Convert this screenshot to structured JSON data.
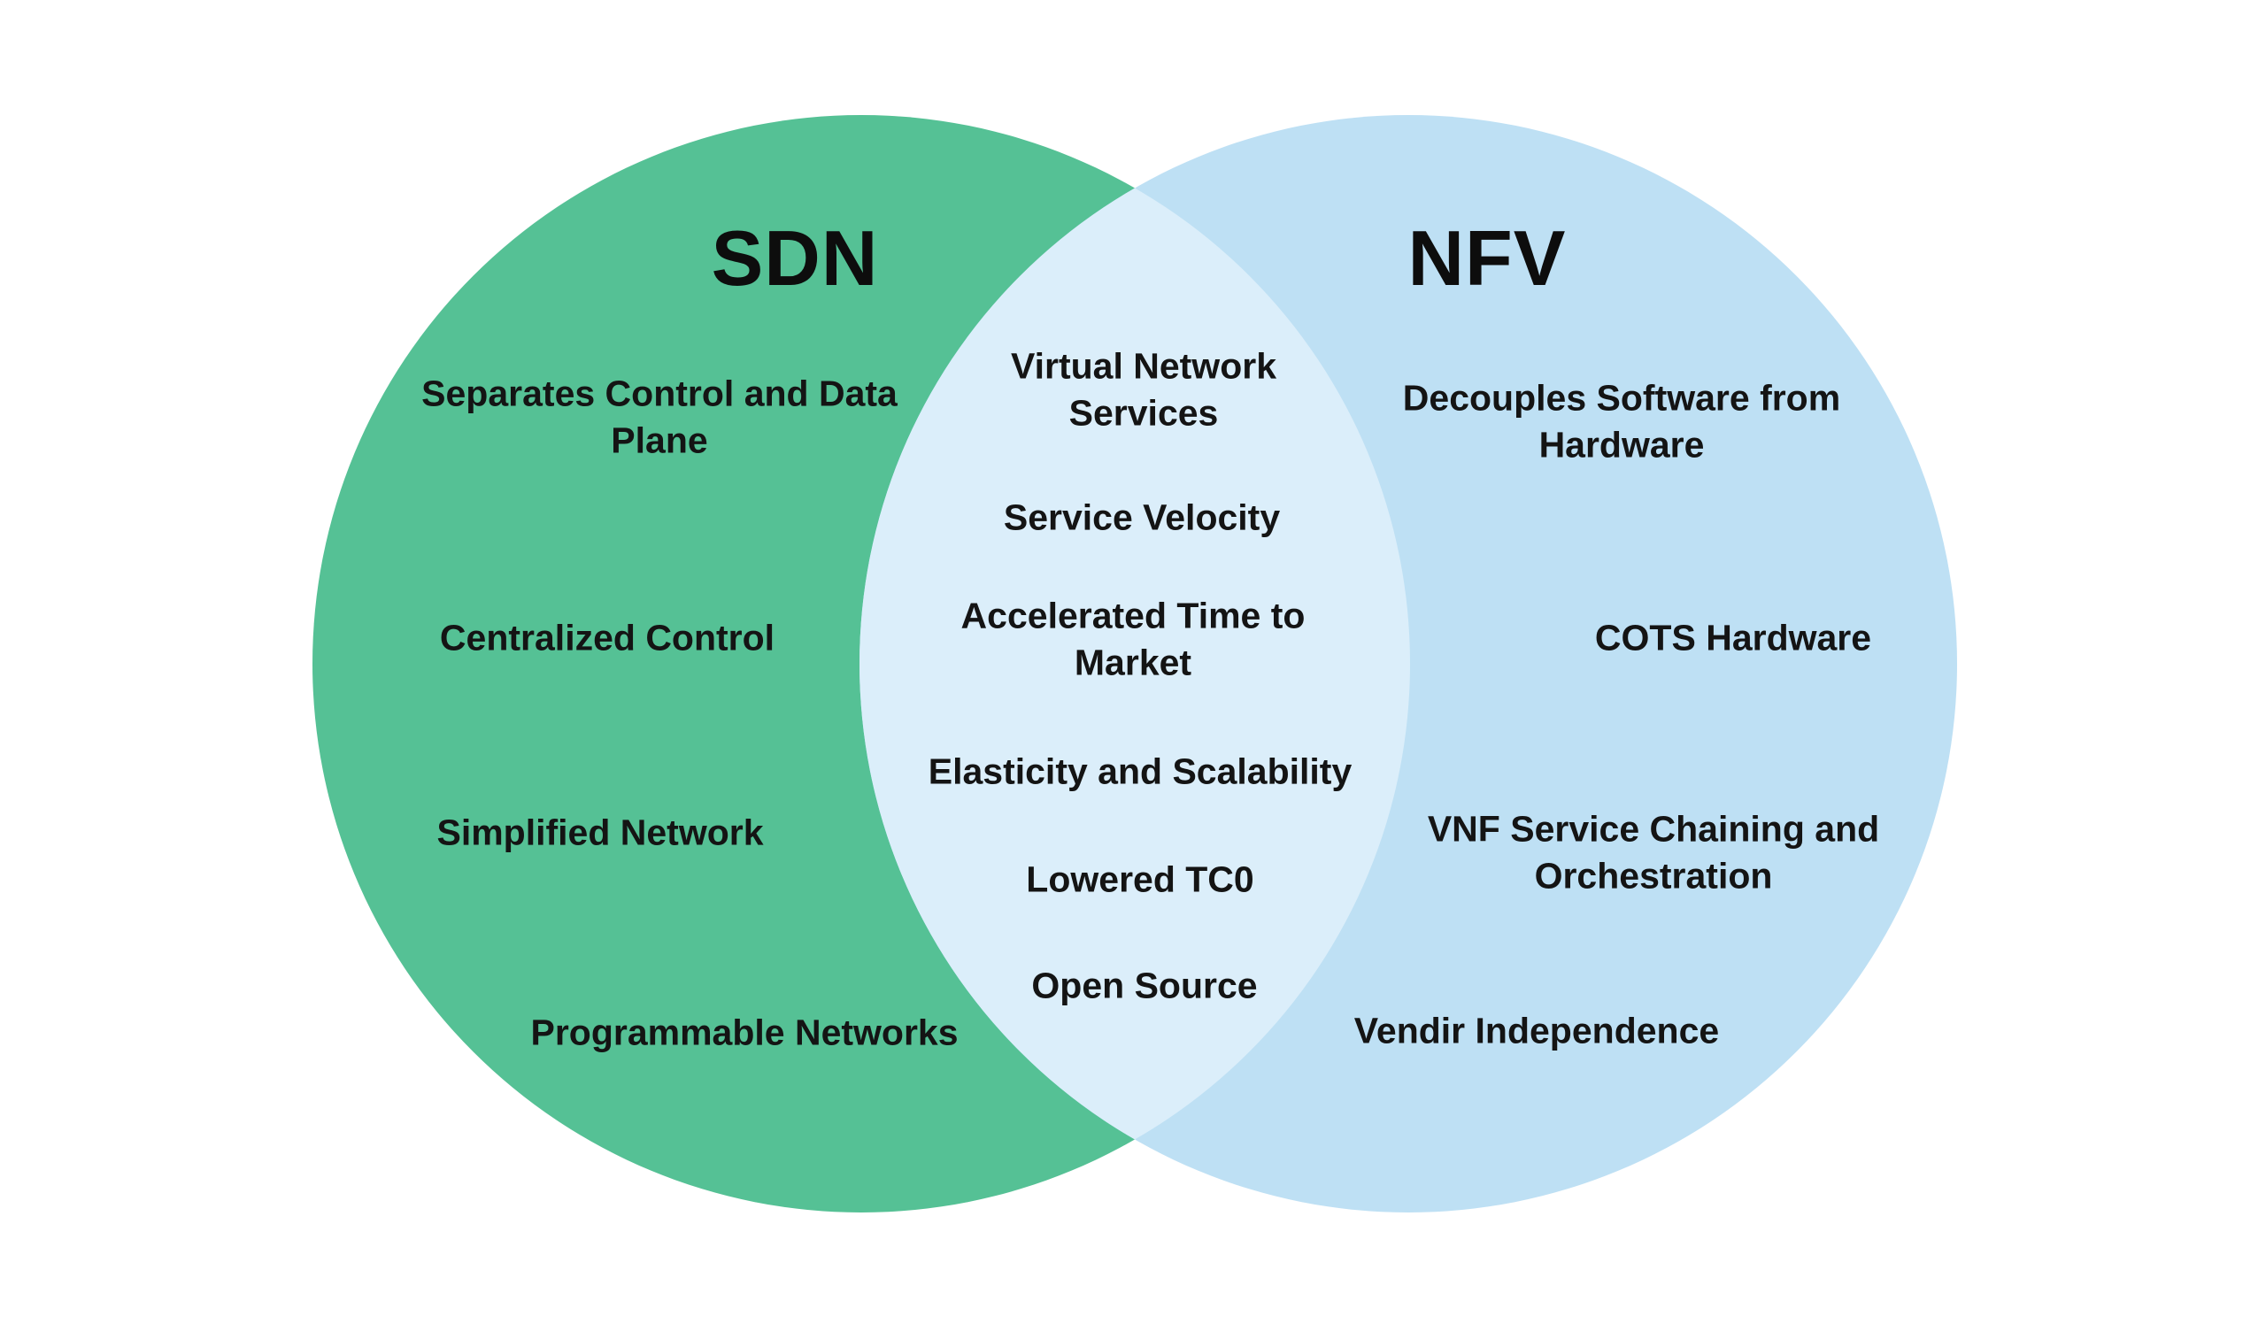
{
  "venn": {
    "type": "venn-diagram",
    "topic": "SDN vs NFV",
    "background_color": "#FFFFFF",
    "text_color": "#141414",
    "left": {
      "title": "SDN",
      "color": "#55C195",
      "items": [
        "Separates Control and Data Plane",
        "Centralized Control",
        "Simplified Network",
        "Programmable Networks"
      ]
    },
    "overlap": {
      "color": "#DBEEFA",
      "items": [
        "Virtual Network Services",
        "Service Velocity",
        "Accelerated Time to Market",
        "Elasticity and Scalability",
        "Lowered TC0",
        "Open Source"
      ]
    },
    "right": {
      "title": "NFV",
      "color": "#BEE0F4",
      "items": [
        "Decouples Software from Hardware",
        "COTS Hardware",
        "VNF Service Chaining and Orchestration",
        "Vendir Independence"
      ]
    }
  }
}
